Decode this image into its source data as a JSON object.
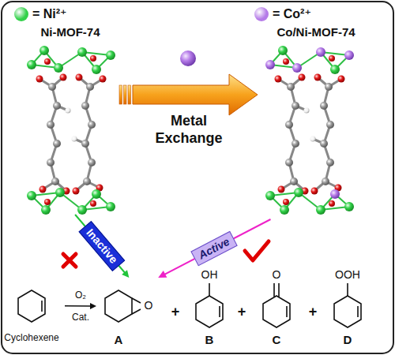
{
  "diagram": {
    "nodes": [
      {
        "text": [
          "Ni-MOF-74"
        ]
      },
      {
        "text": [
          "Co/Ni-MOF-74"
        ]
      },
      {
        "text": [
          "Cyclohexene"
        ]
      },
      {
        "text": [
          "O",
          "A"
        ]
      },
      {
        "text": [
          "OH",
          "B"
        ]
      },
      {
        "text": [
          "O",
          "C"
        ]
      },
      {
        "text": [
          "OOH",
          "D"
        ]
      }
    ],
    "edges": [
      {
        "from": 0,
        "to": 1,
        "label": "Metal Exchange",
        "arrow": "to"
      },
      {
        "from": 0,
        "to": 3,
        "label": "Inactive",
        "arrow": "to"
      },
      {
        "from": 1,
        "to": 3,
        "label": "Active",
        "arrow": "to"
      },
      {
        "from": 2,
        "to": 3,
        "label": "O₂ Cat.",
        "arrow": "to"
      }
    ],
    "labels": [
      "+",
      "+",
      "+"
    ],
    "legend": [
      {
        "text": "= Ni²⁺",
        "color": "#33d14a"
      },
      {
        "text": "= Co²⁺",
        "color": "#b57be8"
      }
    ]
  }
}
